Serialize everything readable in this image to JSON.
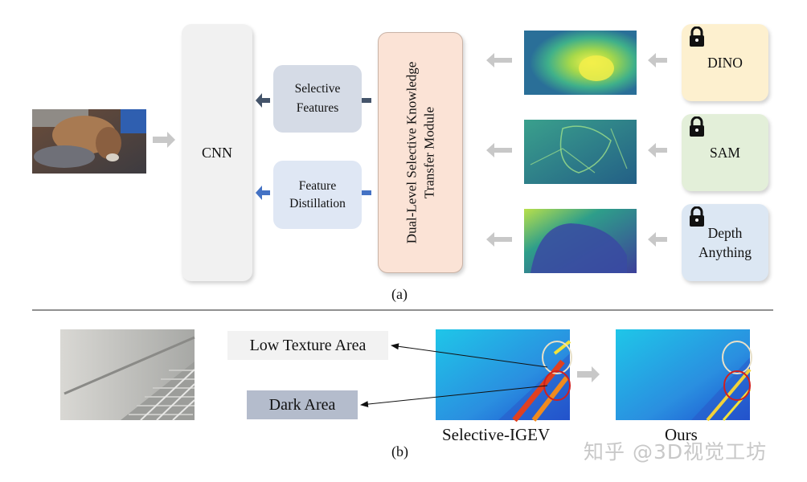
{
  "part_a": {
    "cnn_label": "CNN",
    "selective_features": [
      "Selective",
      "Features"
    ],
    "feature_distillation": [
      "Feature",
      "Distillation"
    ],
    "module_title": [
      "Dual-Level Selective Knowledge",
      "Transfer Module"
    ],
    "models": [
      "DINO",
      "SAM",
      "Depth",
      "Anything"
    ],
    "caption": "(a)"
  },
  "part_b": {
    "low_texture": "Low Texture Area",
    "dark_area": "Dark Area",
    "selective_igev": "Selective-IGEV",
    "ours": "Ours",
    "caption": "(b)"
  },
  "watermark": "知乎 @3D视觉工坊",
  "colors": {
    "cnn_bg": "#f1f1f1",
    "selective_bg": "#d5dbe6",
    "distillation_bg": "#dfe7f4",
    "module_bg": "#fbe3d6",
    "dino_bg": "#fdf0cf",
    "sam_bg": "#e3efd9",
    "depth_bg": "#dce7f3",
    "gray_arrow": "#c8c8c8",
    "dark_arrow": "#44546a",
    "blue_arrow": "#4472c4"
  },
  "icons": [
    "lock-icon",
    "arrow-left-icon",
    "arrow-right-icon"
  ]
}
